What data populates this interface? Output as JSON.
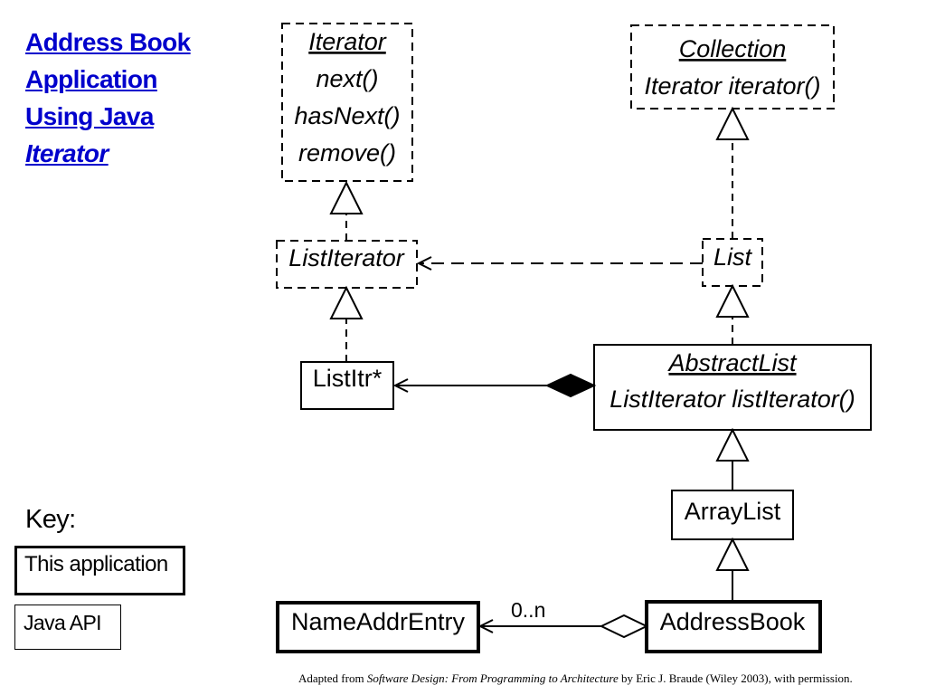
{
  "title": {
    "line1": "Address Book",
    "line2": "Application",
    "line3": "Using Java",
    "line4": "Iterator"
  },
  "diagram": {
    "iterator": {
      "name": "Iterator",
      "methods": [
        "next()",
        "hasNext()",
        "remove()"
      ]
    },
    "collection": {
      "name": "Collection",
      "methods": [
        "Iterator iterator()"
      ]
    },
    "list_iterator": {
      "name": "ListIterator"
    },
    "list": {
      "name": "List"
    },
    "list_itr": {
      "name": "ListItr*"
    },
    "abstract_list": {
      "name": "AbstractList",
      "methods": [
        "ListIterator listIterator()"
      ]
    },
    "array_list": {
      "name": "ArrayList"
    },
    "name_addr_entry": {
      "name": "NameAddrEntry"
    },
    "address_book": {
      "name": "AddressBook"
    },
    "multiplicity": "0..n"
  },
  "key": {
    "title": "Key:",
    "application_label": "This application",
    "java_api_label": "Java API"
  },
  "credit": {
    "prefix": "Adapted from ",
    "book": "Software Design: From Programming to Architecture",
    "suffix": " by Eric J. Braude (Wiley 2003), with permission."
  }
}
